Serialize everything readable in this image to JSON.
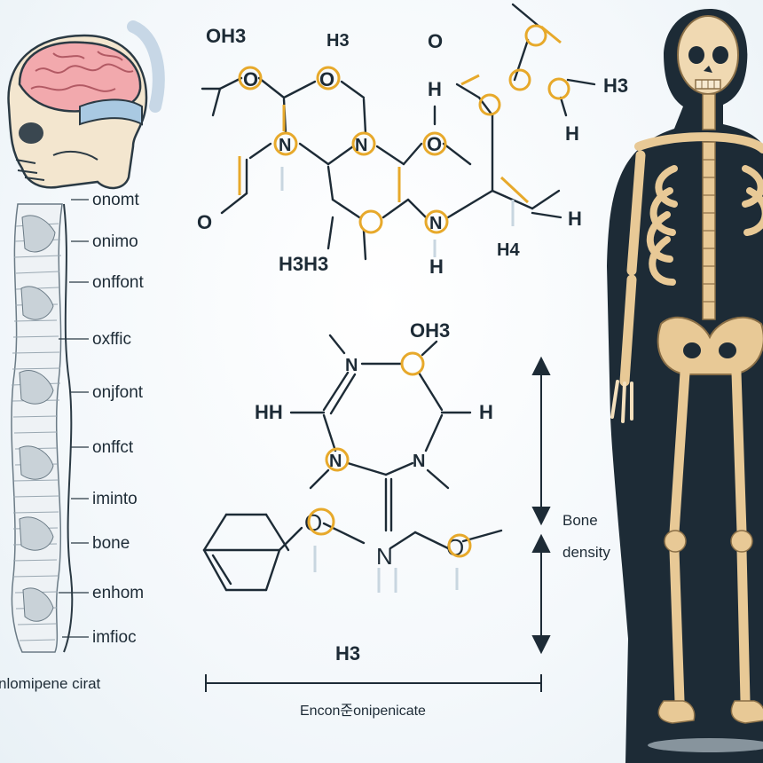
{
  "spine_labels": [
    "onomt",
    "onimo",
    "onffont",
    "oxffic",
    "onjfont",
    "onffct",
    "iminto",
    "bone",
    "enhom",
    "imfioc"
  ],
  "spine_caption": "nlomipene cirat",
  "upper_molecule": {
    "labels": [
      "OH3",
      "H3",
      "O",
      "H",
      "H3",
      "H",
      "O",
      "N",
      "N",
      "N",
      "O",
      "H",
      "H",
      "H3H3",
      "H4"
    ]
  },
  "lower_molecule": {
    "labels": [
      "OH3",
      "N",
      "HH",
      "H",
      "N",
      "N",
      "O",
      "N",
      "O",
      "H3"
    ]
  },
  "density_label": [
    "Bone",
    "density"
  ],
  "bottom_caption": "Encon준onipenicate"
}
